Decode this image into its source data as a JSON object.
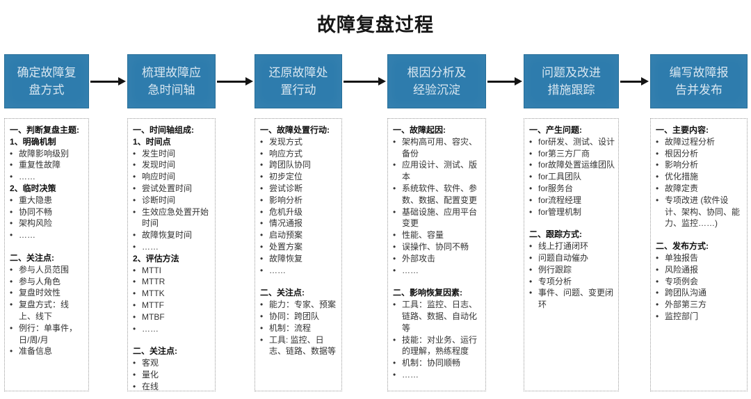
{
  "title": "故障复盘过程",
  "colors": {
    "stage_fill": "#2e7cad",
    "stage_border": "#266d97",
    "stage_text": "#d9e7f1",
    "arrow": "#141414",
    "detail_border_dotted": "#9a9a9a"
  },
  "columns": [
    {
      "header": "确定故障复\n盘方式",
      "entries": [
        {
          "t": "h",
          "text": "一、判断复盘主题:"
        },
        {
          "t": "n",
          "text": "1、明确机制"
        },
        {
          "t": "b",
          "text": "故障影响级别"
        },
        {
          "t": "b",
          "text": "重复性故障"
        },
        {
          "t": "b",
          "text": "……"
        },
        {
          "t": "n",
          "text": "2、临时决策"
        },
        {
          "t": "b",
          "text": "重大隐患"
        },
        {
          "t": "b",
          "text": "协同不畅"
        },
        {
          "t": "b",
          "text": "架构风险"
        },
        {
          "t": "b",
          "text": "……"
        },
        {
          "t": "gap",
          "text": ""
        },
        {
          "t": "h",
          "text": "二、关注点:"
        },
        {
          "t": "b",
          "text": "参与人员范围"
        },
        {
          "t": "b",
          "text": "参与人角色"
        },
        {
          "t": "b",
          "text": "复盘时效性"
        },
        {
          "t": "b",
          "text": "复盘方式：线上、线下"
        },
        {
          "t": "b",
          "text": "例行：单事件，日/周/月"
        },
        {
          "t": "b",
          "text": "准备信息"
        }
      ]
    },
    {
      "header": "梳理故障应\n急时间轴",
      "entries": [
        {
          "t": "h",
          "text": "一、时间轴组成:"
        },
        {
          "t": "n",
          "text": "1、时间点"
        },
        {
          "t": "b",
          "text": "发生时间"
        },
        {
          "t": "b",
          "text": "发现时间"
        },
        {
          "t": "b",
          "text": "响应时间"
        },
        {
          "t": "b",
          "text": "尝试处置时间"
        },
        {
          "t": "b",
          "text": "诊断时间"
        },
        {
          "t": "b",
          "text": "生效应急处置开始时间"
        },
        {
          "t": "b",
          "text": "故障恢复时间"
        },
        {
          "t": "b",
          "text": "……"
        },
        {
          "t": "n",
          "text": "2、评估方法"
        },
        {
          "t": "b",
          "text": "MTTI"
        },
        {
          "t": "b",
          "text": "MTTR"
        },
        {
          "t": "b",
          "text": "MTTK"
        },
        {
          "t": "b",
          "text": "MTTF"
        },
        {
          "t": "b",
          "text": "MTBF"
        },
        {
          "t": "b",
          "text": "……"
        },
        {
          "t": "gap",
          "text": ""
        },
        {
          "t": "h",
          "text": "二、关注点:"
        },
        {
          "t": "b",
          "text": "客观"
        },
        {
          "t": "b",
          "text": "量化"
        },
        {
          "t": "b",
          "text": "在线"
        }
      ]
    },
    {
      "header": "还原故障处\n置行动",
      "entries": [
        {
          "t": "h",
          "text": "一、故障处置行动:"
        },
        {
          "t": "b",
          "text": "发现方式"
        },
        {
          "t": "b",
          "text": "响应方式"
        },
        {
          "t": "b",
          "text": "跨团队协同"
        },
        {
          "t": "b",
          "text": "初步定位"
        },
        {
          "t": "b",
          "text": "尝试诊断"
        },
        {
          "t": "b",
          "text": "影响分析"
        },
        {
          "t": "b",
          "text": "危机升级"
        },
        {
          "t": "b",
          "text": "情况通报"
        },
        {
          "t": "b",
          "text": "启动预案"
        },
        {
          "t": "b",
          "text": "处置方案"
        },
        {
          "t": "b",
          "text": "故障恢复"
        },
        {
          "t": "b",
          "text": "……"
        },
        {
          "t": "gap",
          "text": ""
        },
        {
          "t": "h",
          "text": "二、关注点:"
        },
        {
          "t": "b",
          "text": "能力：专家、预案"
        },
        {
          "t": "b",
          "text": "协同：跨团队"
        },
        {
          "t": "b",
          "text": "机制：流程"
        },
        {
          "t": "b",
          "text": "工具: 监控、日志、链路、数据等"
        }
      ]
    },
    {
      "header": "根因分析及\n经验沉淀",
      "entries": [
        {
          "t": "h",
          "text": "一、故障起因:"
        },
        {
          "t": "b",
          "text": "架构高可用、容灾、备份"
        },
        {
          "t": "b",
          "text": "应用设计、测试、版本"
        },
        {
          "t": "b",
          "text": "系统软件、软件、参数、数据、配置变更"
        },
        {
          "t": "b",
          "text": "基础设施、应用平台变更"
        },
        {
          "t": "b",
          "text": "性能、容量"
        },
        {
          "t": "b",
          "text": "误操作、协同不畅"
        },
        {
          "t": "b",
          "text": "外部攻击"
        },
        {
          "t": "b",
          "text": "……"
        },
        {
          "t": "gap",
          "text": ""
        },
        {
          "t": "h",
          "text": "二、影响恢复因素:"
        },
        {
          "t": "b",
          "text": "工具：监控、日志、链路、数据、自动化等"
        },
        {
          "t": "b",
          "text": "技能：对业务、运行的理解，熟练程度"
        },
        {
          "t": "b",
          "text": "机制：协同顺畅"
        },
        {
          "t": "b",
          "text": "……"
        }
      ]
    },
    {
      "header": "问题及改进\n措施跟踪",
      "entries": [
        {
          "t": "h",
          "text": "一、产生问题:"
        },
        {
          "t": "b",
          "text": "for研发、测试、设计"
        },
        {
          "t": "b",
          "text": "for第三方厂商"
        },
        {
          "t": "b",
          "text": "for故障处置运维团队"
        },
        {
          "t": "b",
          "text": "for工具团队"
        },
        {
          "t": "b",
          "text": "for服务台"
        },
        {
          "t": "b",
          "text": "for流程经理"
        },
        {
          "t": "b",
          "text": "for管理机制"
        },
        {
          "t": "gap",
          "text": ""
        },
        {
          "t": "h",
          "text": "二、跟踪方式:"
        },
        {
          "t": "b",
          "text": "线上打通闭环"
        },
        {
          "t": "b",
          "text": "问题自动催办"
        },
        {
          "t": "b",
          "text": "例行跟踪"
        },
        {
          "t": "b",
          "text": "专项分析"
        },
        {
          "t": "b",
          "text": "事件、问题、变更闭环"
        }
      ]
    },
    {
      "header": "编写故障报\n告并发布",
      "entries": [
        {
          "t": "h",
          "text": "一、主要内容:"
        },
        {
          "t": "b",
          "text": "故障过程分析"
        },
        {
          "t": "b",
          "text": "根因分析"
        },
        {
          "t": "b",
          "text": "影响分析"
        },
        {
          "t": "b",
          "text": "优化措施"
        },
        {
          "t": "b",
          "text": "故障定责"
        },
        {
          "t": "b",
          "text": "专项改进 (软件设计、架构、协同、能力、监控……)"
        },
        {
          "t": "gap",
          "text": ""
        },
        {
          "t": "h",
          "text": "二、发布方式:"
        },
        {
          "t": "b",
          "text": "单独报告"
        },
        {
          "t": "b",
          "text": "风险通报"
        },
        {
          "t": "b",
          "text": "专项例会"
        },
        {
          "t": "b",
          "text": "跨团队沟通"
        },
        {
          "t": "b",
          "text": "外部第三方"
        },
        {
          "t": "b",
          "text": "监控部门"
        }
      ]
    }
  ]
}
